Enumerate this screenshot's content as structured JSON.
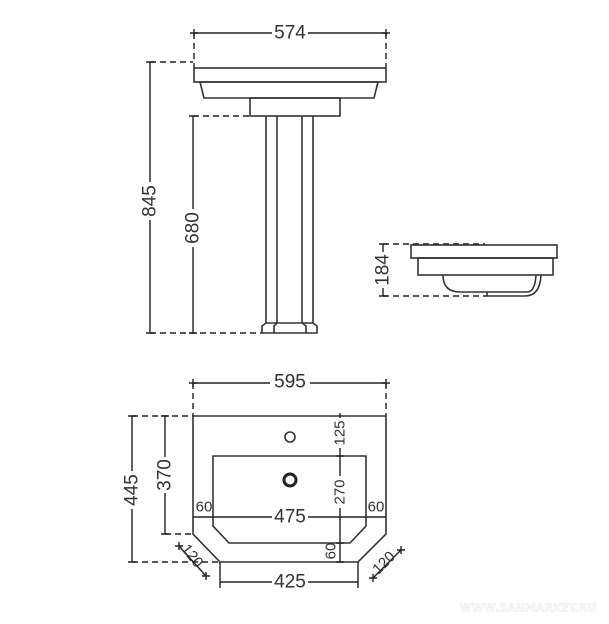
{
  "front_view": {
    "width_label": "574",
    "total_height_label": "845",
    "pedestal_height_label": "680"
  },
  "side_view": {
    "depth_label": "184"
  },
  "top_view": {
    "width_label": "595",
    "depth_label": "445",
    "inner_depth_label": "370",
    "tap_offset_label": "125",
    "basin_depth_label": "270",
    "front_rim_label": "60",
    "basin_width_label": "475",
    "left_rim_label": "60",
    "right_rim_label": "60",
    "front_width_label": "425",
    "left_chamfer_label": "120",
    "right_chamfer_label": "120"
  },
  "watermark": "WWW.SANMARKET.RU"
}
